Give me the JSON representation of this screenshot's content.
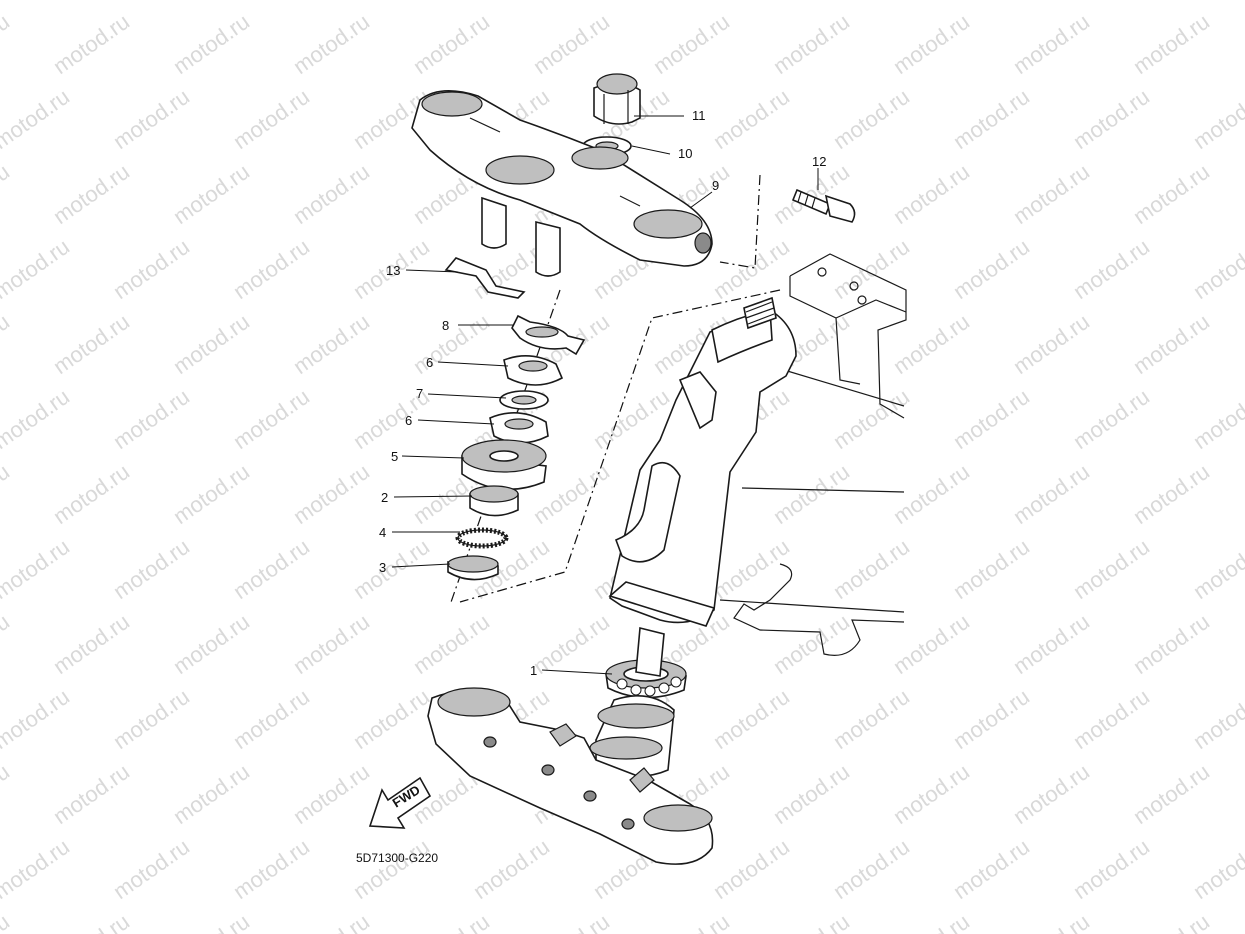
{
  "watermark": "motod.ru",
  "diagram_code": "5D71300-G220",
  "fwd_label": "FWD",
  "callouts": [
    {
      "id": "c11",
      "text": "11"
    },
    {
      "id": "c10",
      "text": "10"
    },
    {
      "id": "c9",
      "text": "9"
    },
    {
      "id": "c12",
      "text": "12"
    },
    {
      "id": "c13",
      "text": "13"
    },
    {
      "id": "c8",
      "text": "8"
    },
    {
      "id": "c6a",
      "text": "6"
    },
    {
      "id": "c7",
      "text": "7"
    },
    {
      "id": "c6b",
      "text": "6"
    },
    {
      "id": "c5",
      "text": "5"
    },
    {
      "id": "c2",
      "text": "2"
    },
    {
      "id": "c4",
      "text": "4"
    },
    {
      "id": "c3",
      "text": "3"
    },
    {
      "id": "c1",
      "text": "1"
    }
  ]
}
